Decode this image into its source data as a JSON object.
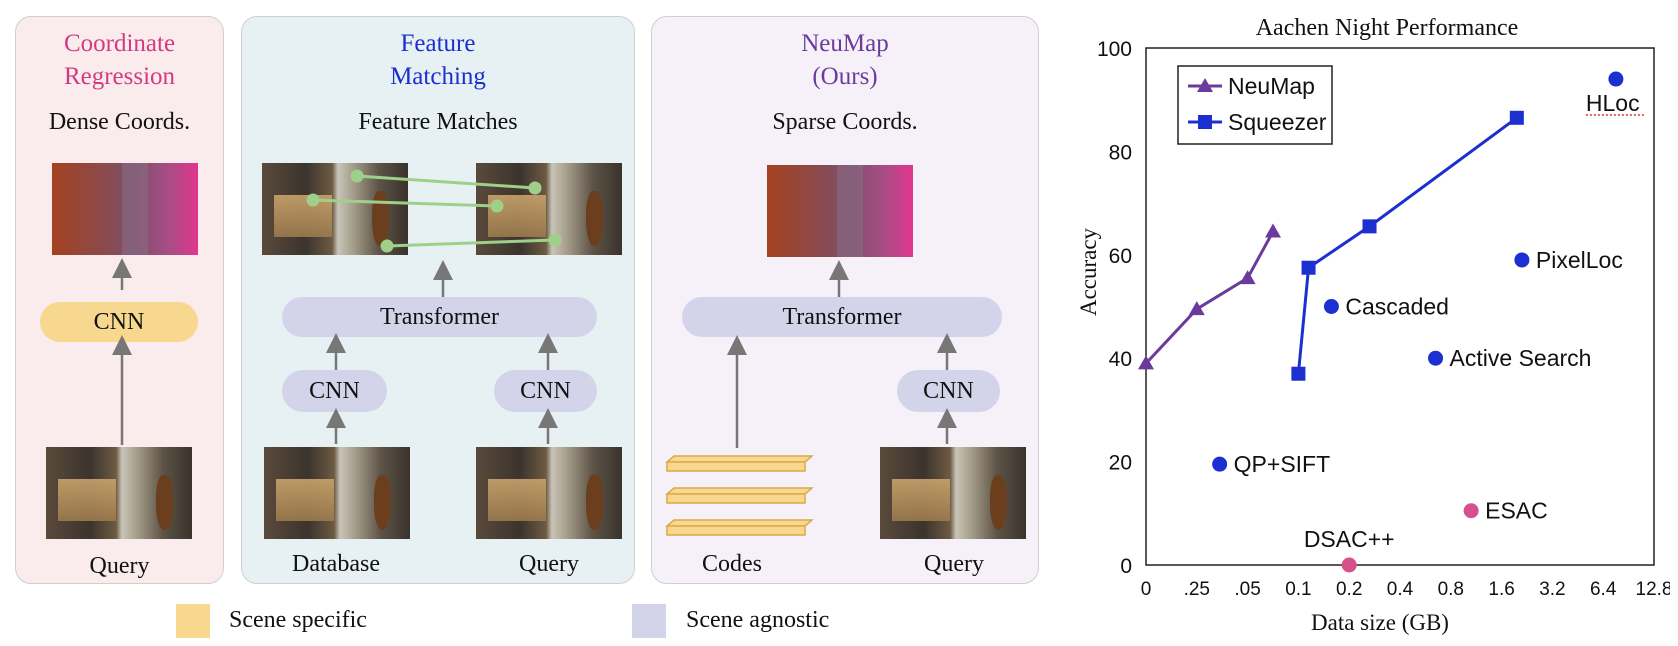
{
  "panels": {
    "coord": {
      "title": "Coordinate\nRegression",
      "subtitle": "Dense Coords.",
      "module": "CNN",
      "caption": "Query",
      "color": "#d43a83"
    },
    "feat": {
      "title": "Feature\nMatching",
      "subtitle": "Feature Matches",
      "transformer": "Transformer",
      "cnn_left": "CNN",
      "cnn_right": "CNN",
      "caption_left": "Database",
      "caption_right": "Query",
      "color": "#1c2fd0"
    },
    "neumap": {
      "title": "NeuMap\n(Ours)",
      "subtitle": "Sparse Coords.",
      "transformer": "Transformer",
      "cnn": "CNN",
      "caption_left": "Codes",
      "caption_right": "Query",
      "color": "#6a3b9c"
    }
  },
  "legend": {
    "scene_specific": "Scene specific",
    "scene_agnostic": "Scene agnostic",
    "specific_color": "#f7d88e",
    "agnostic_color": "#d3d4ea"
  },
  "chart_data": {
    "type": "scatter",
    "title": "Aachen Night Performance",
    "xlabel": "Data size (GB)",
    "ylabel": "Accuracy",
    "x_tick_labels": [
      "0",
      ".25",
      ".05",
      "0.1",
      "0.2",
      "0.4",
      "0.8",
      "1.6",
      "3.2",
      "6.4",
      "12.8"
    ],
    "y_ticks": [
      0,
      20,
      40,
      60,
      80,
      100
    ],
    "ylim": [
      0,
      100
    ],
    "legend_position": "top-left",
    "series": [
      {
        "name": "NeuMap",
        "marker": "triangle",
        "color": "#6a3b9c",
        "line": true,
        "points": [
          [
            0.0,
            39
          ],
          [
            1.0,
            49.5
          ],
          [
            2.0,
            55.5
          ],
          [
            2.5,
            64.5
          ]
        ]
      },
      {
        "name": "Squeezer",
        "marker": "square",
        "color": "#1c2fd0",
        "line": true,
        "points": [
          [
            3.0,
            37
          ],
          [
            3.2,
            57.5
          ],
          [
            4.4,
            65.5
          ],
          [
            7.3,
            86.5
          ]
        ]
      }
    ],
    "points": [
      {
        "label": "HLoc",
        "x": 9.25,
        "y": 94,
        "color": "#1c2fd0"
      },
      {
        "label": "PixelLoc",
        "x": 7.4,
        "y": 59,
        "color": "#1c2fd0"
      },
      {
        "label": "Cascaded",
        "x": 3.65,
        "y": 50,
        "color": "#1c2fd0"
      },
      {
        "label": "Active Search",
        "x": 5.7,
        "y": 40,
        "color": "#1c2fd0"
      },
      {
        "label": "QP+SIFT",
        "x": 1.45,
        "y": 19.5,
        "color": "#1c2fd0"
      },
      {
        "label": "ESAC",
        "x": 6.4,
        "y": 10.5,
        "color": "#d6508c"
      },
      {
        "label": "DSAC++",
        "x": 4.0,
        "y": 0,
        "color": "#d6508c"
      }
    ]
  }
}
